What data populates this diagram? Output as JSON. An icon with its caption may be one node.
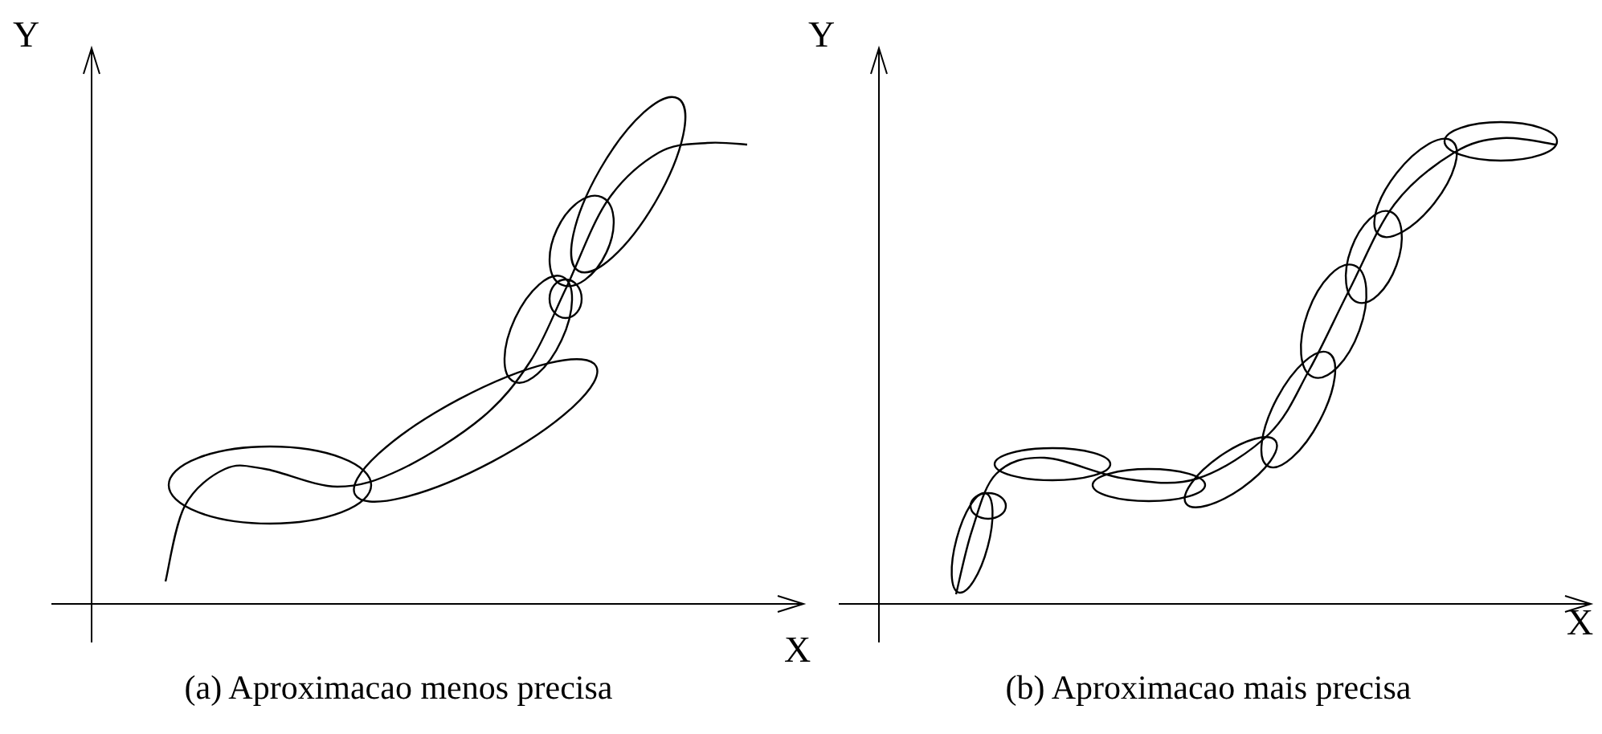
{
  "diagram": {
    "labels": [
      "Y",
      "Y",
      "X",
      "X",
      "(a) Aproximacao menos precisa",
      "(b) Aproximacao mais precisa"
    ]
  }
}
